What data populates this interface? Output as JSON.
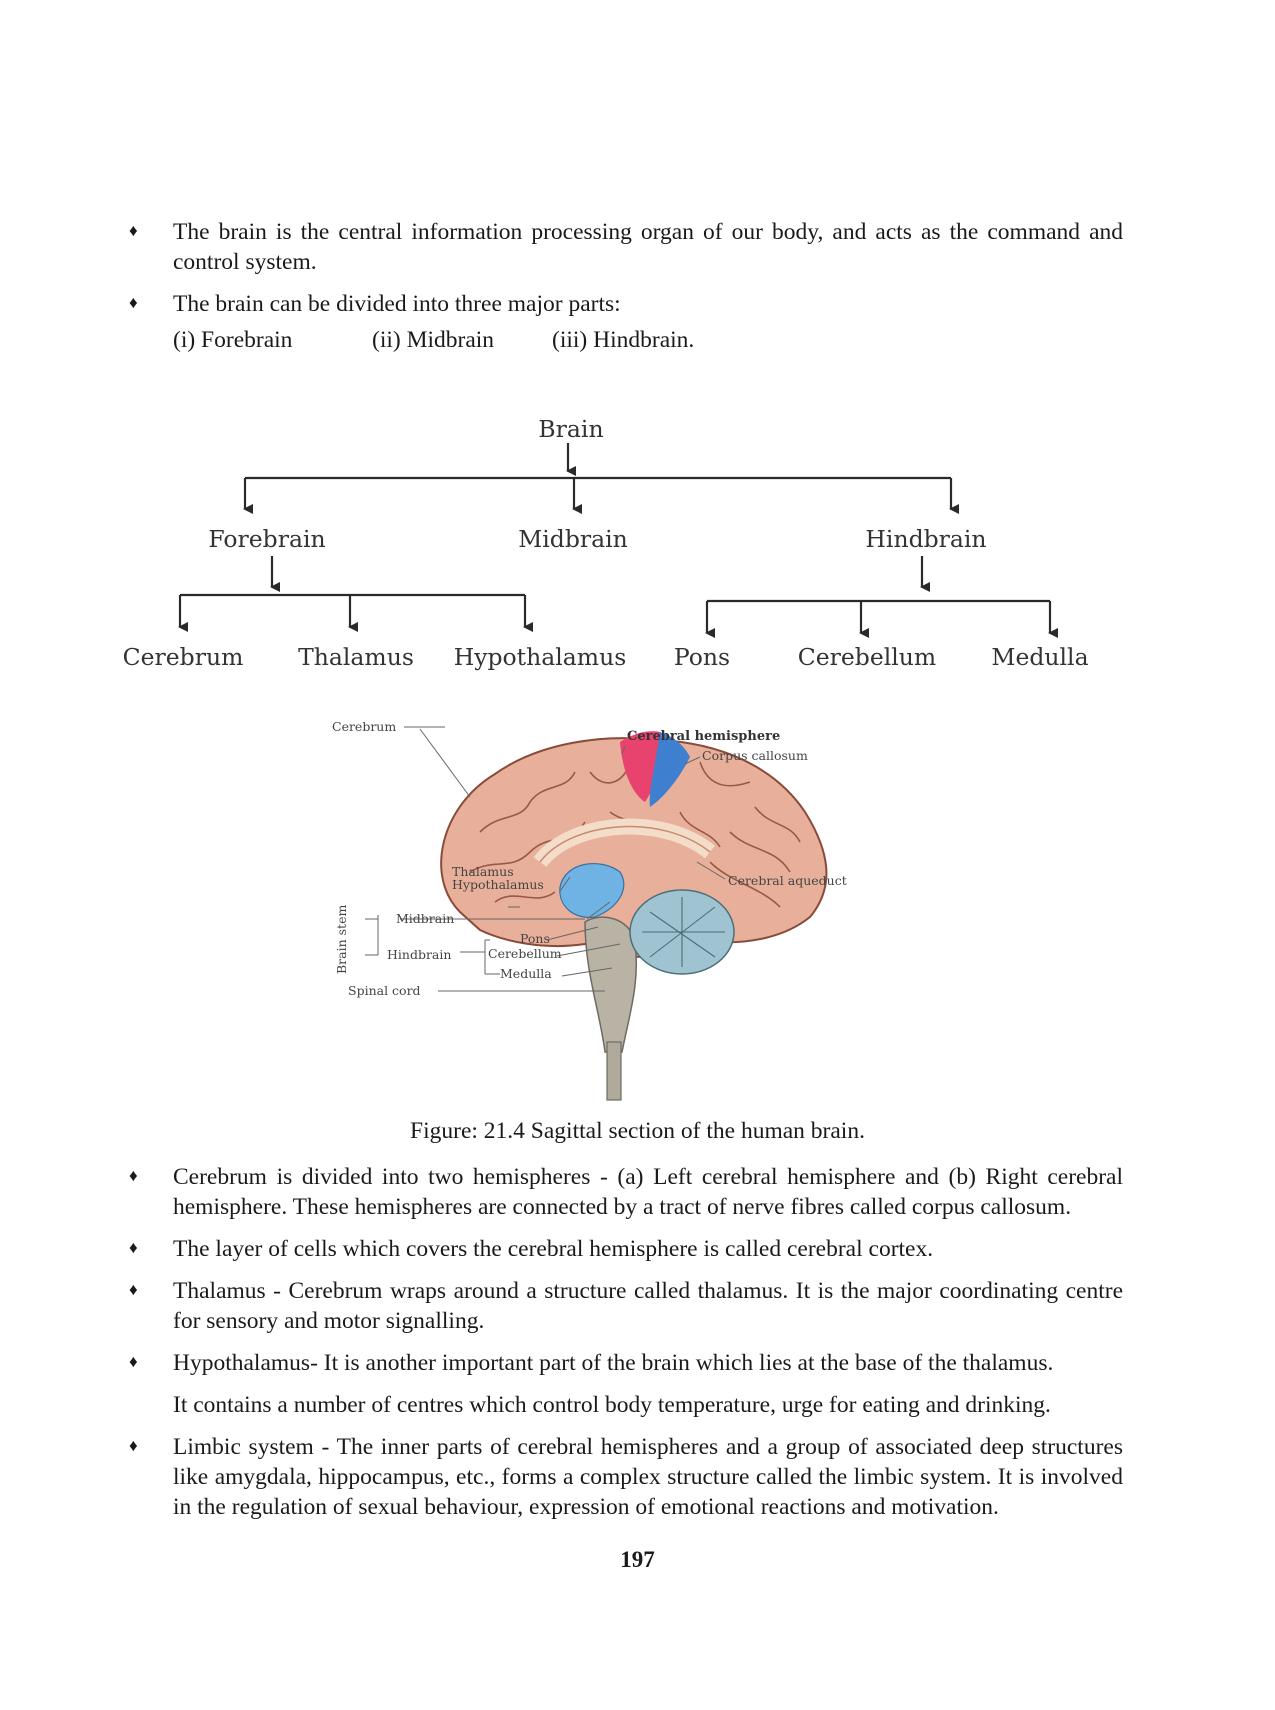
{
  "intro_bullets": [
    {
      "text": "The brain is the central information processing organ of our body, and acts as the command and control system."
    },
    {
      "text": "The brain can be divided into three major parts:"
    }
  ],
  "parts": [
    "(i) Forebrain",
    "(ii) Midbrain",
    "(iii) Hindbrain."
  ],
  "tree": {
    "root": "Brain",
    "level1": [
      "Forebrain",
      "Midbrain",
      "Hindbrain"
    ],
    "forebrain_children": [
      "Cerebrum",
      "Thalamus",
      "Hypothalamus"
    ],
    "hindbrain_children": [
      "Pons",
      "Cerebellum",
      "Medulla"
    ]
  },
  "figure": {
    "labels": {
      "cerebral_hemisphere": "Cerebral hemisphere",
      "corpus_callosum": "Corpus callosum",
      "cerebrum": "Cerebrum",
      "thalamus": "Thalamus",
      "hypothalamus": "Hypothalamus",
      "cerebral_aqueduct": "Cerebral aqueduct",
      "brain_stem": "Brain stem",
      "midbrain": "Midbrain",
      "hindbrain": "Hindbrain",
      "pons": "Pons",
      "cerebellum": "Cerebellum",
      "medulla": "Medulla",
      "spinal_cord": "Spinal cord"
    },
    "caption": "Figure: 21.4 Sagittal section of the human brain."
  },
  "bullets": [
    {
      "text": "Cerebrum is divided into two hemispheres - (a) Left cerebral hemisphere and (b) Right cerebral hemisphere. These hemispheres are connected by a tract of nerve fibres called corpus callosum."
    },
    {
      "text": "The layer of cells which covers the cerebral hemisphere is called cerebral cortex."
    },
    {
      "text": "Thalamus - Cerebrum wraps around a structure called thalamus. It is the major coordinating centre for sensory and motor signalling."
    },
    {
      "text": "Hypothalamus- It is another important part of the brain which lies at the base of the thalamus.",
      "continuation": "It contains a number of centres which control body temperature, urge for eating and drinking."
    },
    {
      "text": "Limbic system - The inner parts of cerebral hemispheres and a group of associated deep structures like amygdala, hippocampus, etc., forms a complex structure called the limbic system. It is involved in the regulation of sexual behaviour, expression of emotional reactions and motivation."
    }
  ],
  "bullet_glyph": "♦",
  "page_number": "197"
}
